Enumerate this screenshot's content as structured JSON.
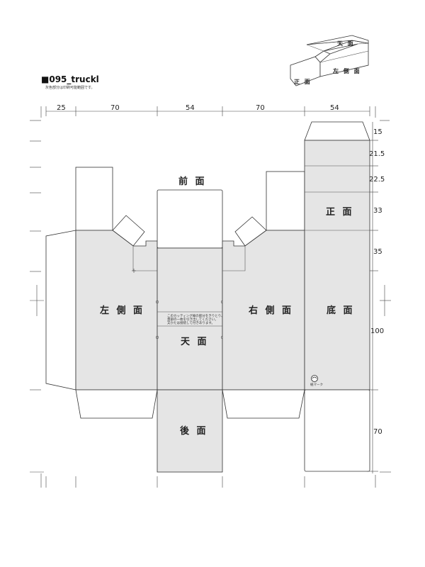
{
  "title": "■095_truckl",
  "subtitle": "灰色部分は印刷可能範囲です。",
  "iso_view": {
    "top": "天 面",
    "side": "左 側 面",
    "front": "正 面"
  },
  "top_dimensions": [
    "25",
    "70",
    "54",
    "70",
    "54"
  ],
  "right_dimensions": [
    "15",
    "21.5",
    "22.5",
    "33",
    "35",
    "100",
    "70"
  ],
  "faces": {
    "front_top": "前 面",
    "left_side": "左 側 面",
    "top": "天 面",
    "right_side": "右 側 面",
    "front": "正 面",
    "bottom": "底 面",
    "back": "後 面"
  },
  "notice_lines": [
    "このカッティング線の部分をきりとり、",
    "蓋部の一枚を引き出してください。",
    "又かたは接続して付きあります。"
  ],
  "logo_text": "紙マーク"
}
